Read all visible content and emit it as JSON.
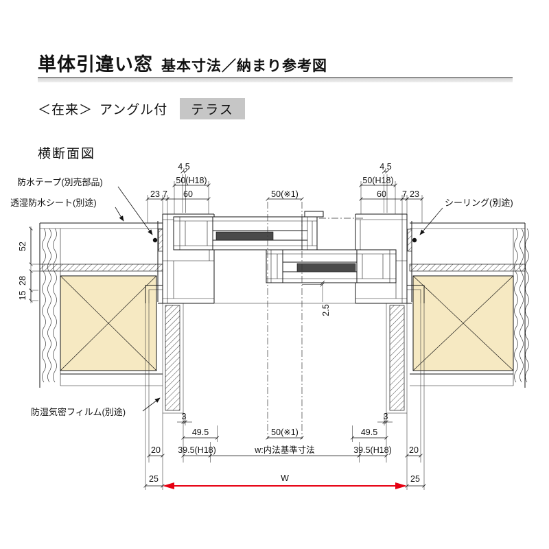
{
  "header": {
    "title_main": "単体引違い窓",
    "title_sub": "基本寸法／納まり参考図"
  },
  "subtitle": {
    "zairai": "＜在来＞",
    "angle": "アングル付",
    "terrace": "テラス"
  },
  "section": {
    "label": "横断面図"
  },
  "callouts": {
    "tape": "防水テープ(別売部品)",
    "sheet": "透湿防水シート(別途)",
    "sealing": "シーリング(別途)",
    "film": "防湿気密フィルム(別途)"
  },
  "dims": {
    "top": {
      "gap_left": "4.5",
      "gap_right": "4.5",
      "h18_left": "50(H18)",
      "h18_right": "50(H18)",
      "d60_left": "60",
      "d60_right": "60",
      "d23_left": "23",
      "d23_right": "23",
      "d7_left": "7",
      "d7_right": "7",
      "center": "50(※1)"
    },
    "left": {
      "d52": "52",
      "d28": "28",
      "d15": "15"
    },
    "center": {
      "d25": "2.5"
    },
    "bottom": {
      "d3_left": "3",
      "d3_right": "3",
      "d495_left": "49.5",
      "d495_right": "49.5",
      "center": "50(※1)",
      "d395_left": "39.5(H18)",
      "d395_right": "39.5(H18)",
      "d20_left": "20",
      "d20_right": "20",
      "w_note": "w:内法基準寸法",
      "d25_left": "25",
      "d25_right": "25",
      "w_label": "W"
    }
  },
  "colors": {
    "wood": "#f6e9c2",
    "arrow": "#e60012",
    "badge": "#c6c6c6",
    "dark_fill": "#4a4a4a"
  }
}
